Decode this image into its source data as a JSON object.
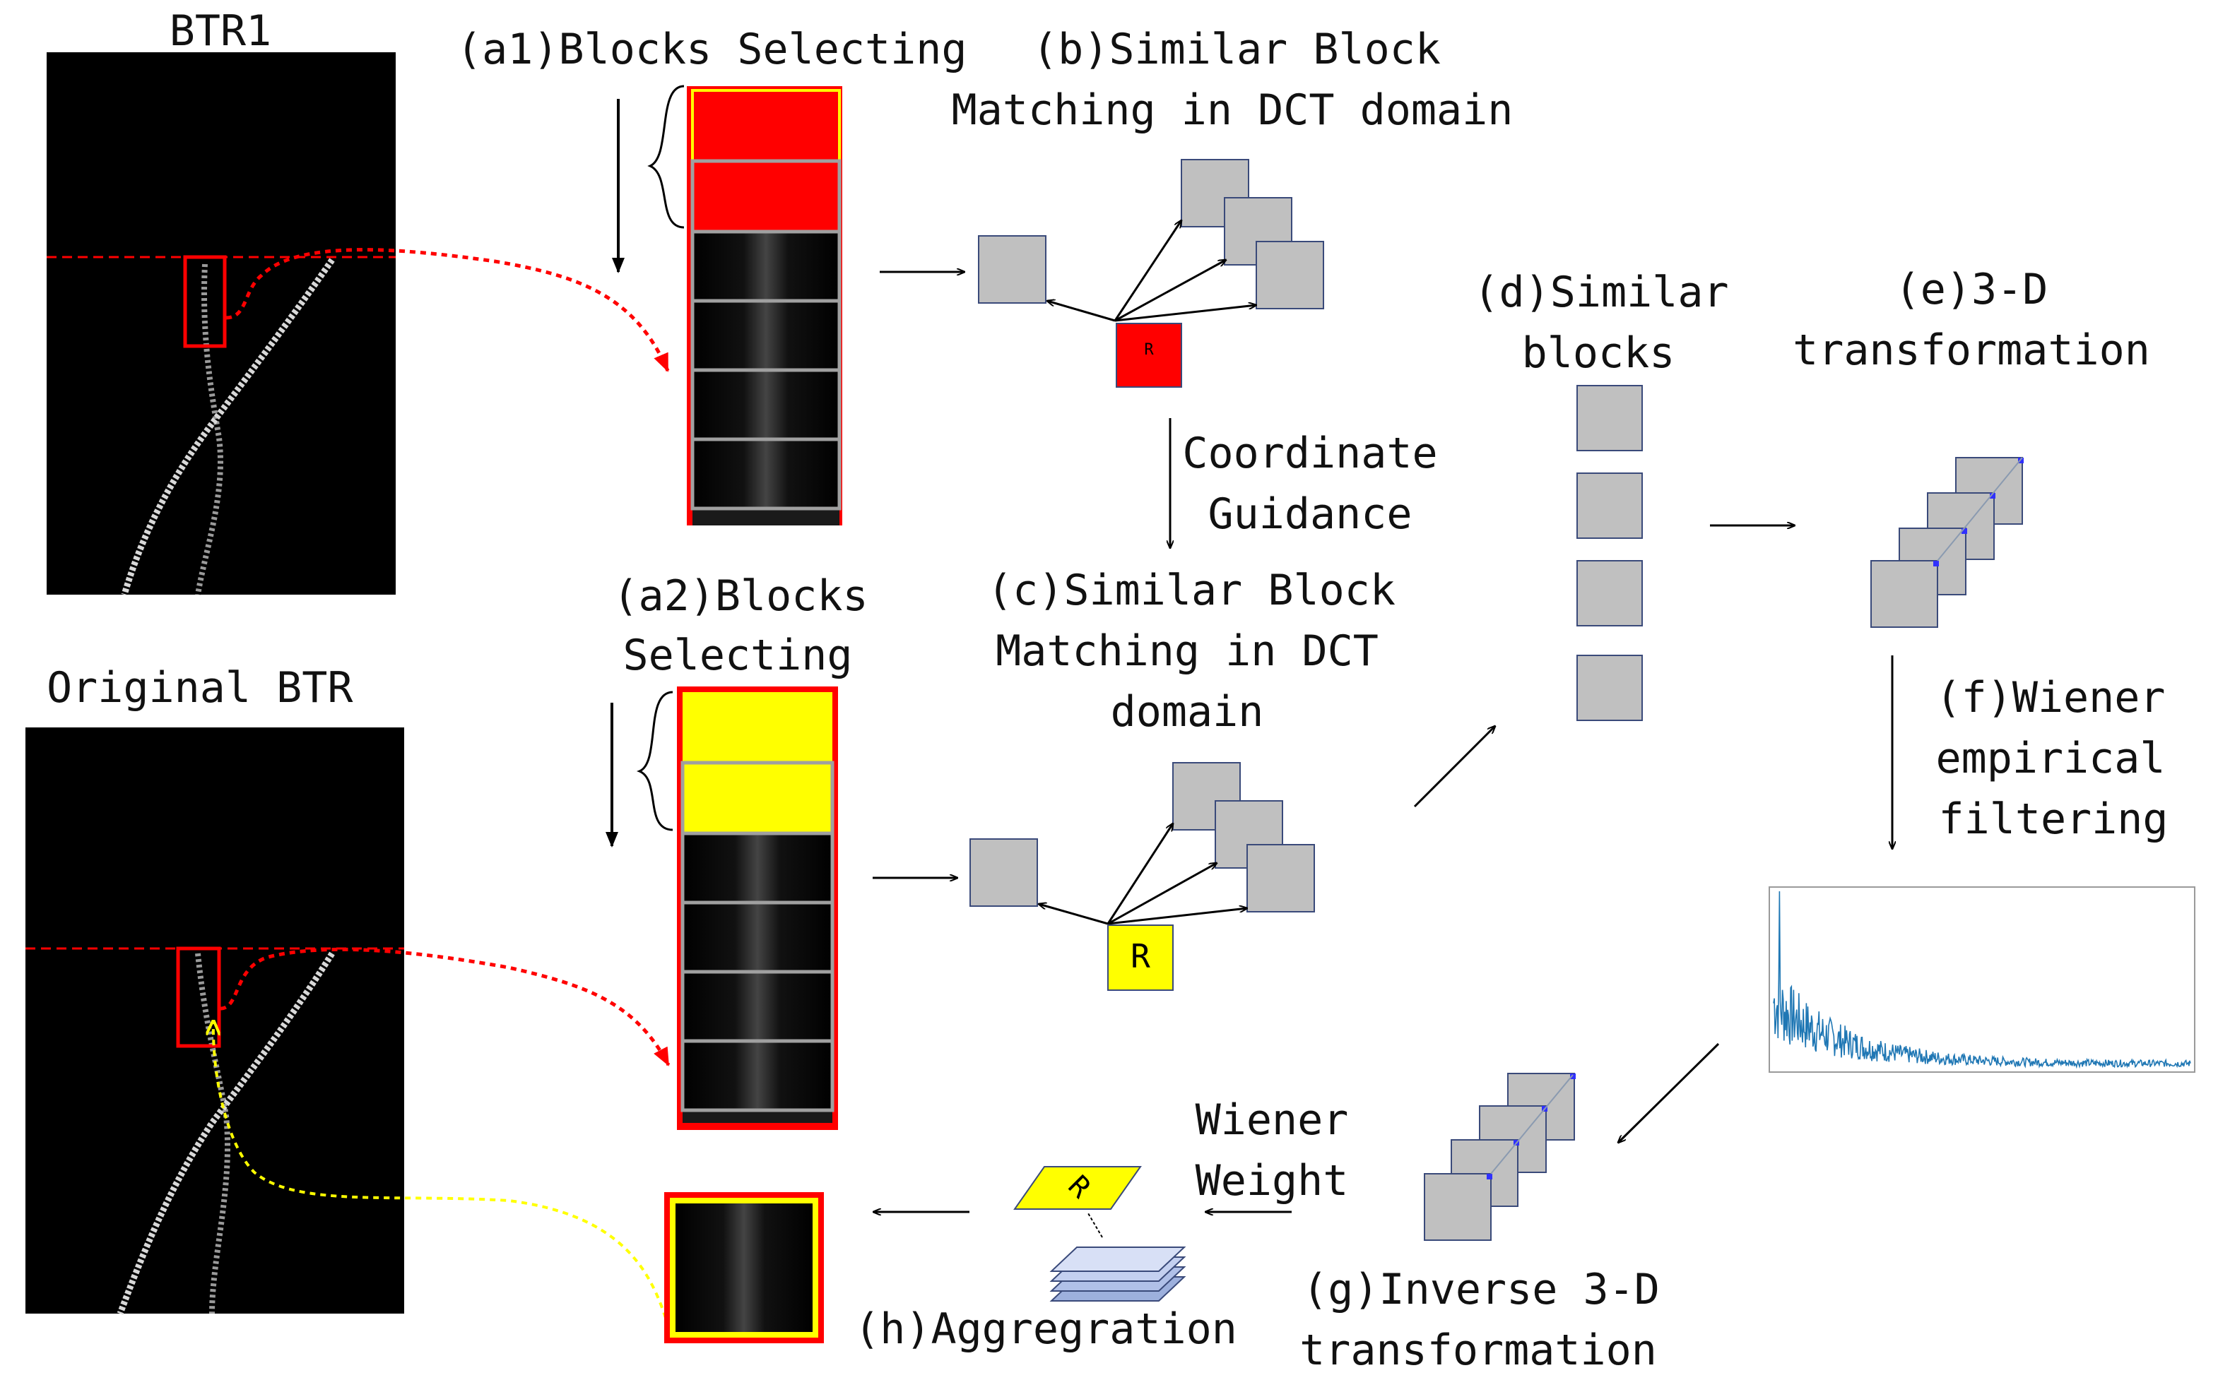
{
  "labels": {
    "btr1": "BTR1",
    "original_btr": "Original BTR",
    "a1": "(a1)Blocks Selecting",
    "b_line1": "(b)Similar Block",
    "b_line2": "Matching in DCT domain",
    "coord_line1": "Coordinate",
    "coord_line2": "Guidance",
    "a2_line1": "(a2)Blocks",
    "a2_line2": "Selecting",
    "c_line1": "(c)Similar Block",
    "c_line2": "Matching in DCT",
    "c_line3": "domain",
    "d_line1": "(d)Similar",
    "d_line2": "blocks",
    "e_line1": "(e)3-D",
    "e_line2": "transformation",
    "f_line1": "(f)Wiener",
    "f_line2": "empirical",
    "f_line3": "filtering",
    "wiener_line1": "Wiener",
    "wiener_line2": "Weight",
    "g_line1": "(g)Inverse 3-D",
    "g_line2": "transformation",
    "h": "(h)Aggregration"
  },
  "reference_marks": {
    "top": "R",
    "bottom": "R",
    "aggregation": "R"
  },
  "colors": {
    "highlight_red": "#ff0000",
    "highlight_yellow": "#ffff00",
    "block_gray": "#c0c0c0",
    "block_border": "#3a4a7a",
    "spectrum_blue": "#1f77b4",
    "corner_blue": "#3030ff"
  }
}
